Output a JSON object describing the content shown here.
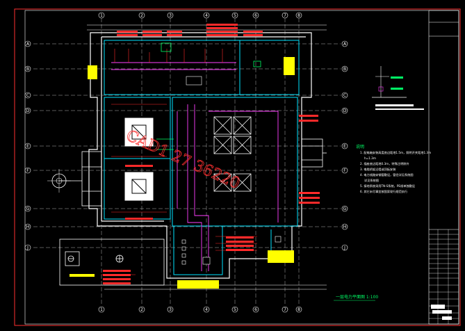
{
  "drawing": {
    "plan_title": "一层电力平面图 1:100",
    "notes_heading": "说明",
    "notes": [
      "1. 配电箱安装高度底边距地1.5m，照明开关距地1.3m",
      "   h=1.3m",
      "2. 插座底边距地0.3m，特殊注明除外",
      "3. 电缆桥架沿墙或顶板安装",
      "4. 电力线路穿钢管敷设，管径详见系统图",
      "   详见系统图",
      "5. 接地系统采用TN-S系统，PE线单独敷设",
      "6. 其它未尽事宜按国家现行规范执行"
    ],
    "watermark": "CAD1 27 36220",
    "top_axes": [
      "1",
      "2",
      "3",
      "4",
      "5",
      "6",
      "7",
      "8"
    ],
    "bottom_axes": [
      "1",
      "2",
      "3",
      "4",
      "5",
      "6",
      "7",
      "8"
    ],
    "left_axes": [
      "A",
      "B",
      "C",
      "D",
      "E",
      "F",
      "G",
      "H",
      "J"
    ],
    "right_axes": [
      "A",
      "B",
      "C",
      "D",
      "E",
      "F",
      "G",
      "H",
      "J"
    ]
  },
  "colors": {
    "background": "#000000",
    "frame": "#ff3030",
    "wall": "#ffffff",
    "cyan": "#00e5ff",
    "magenta": "#ff40ff",
    "yellow": "#ffff00",
    "green": "#00ff66",
    "red": "#ff2a2a"
  },
  "icons": {
    "grid-marker": "circle-with-text",
    "transformer": "square-with-x",
    "fan": "circle-with-cross"
  }
}
